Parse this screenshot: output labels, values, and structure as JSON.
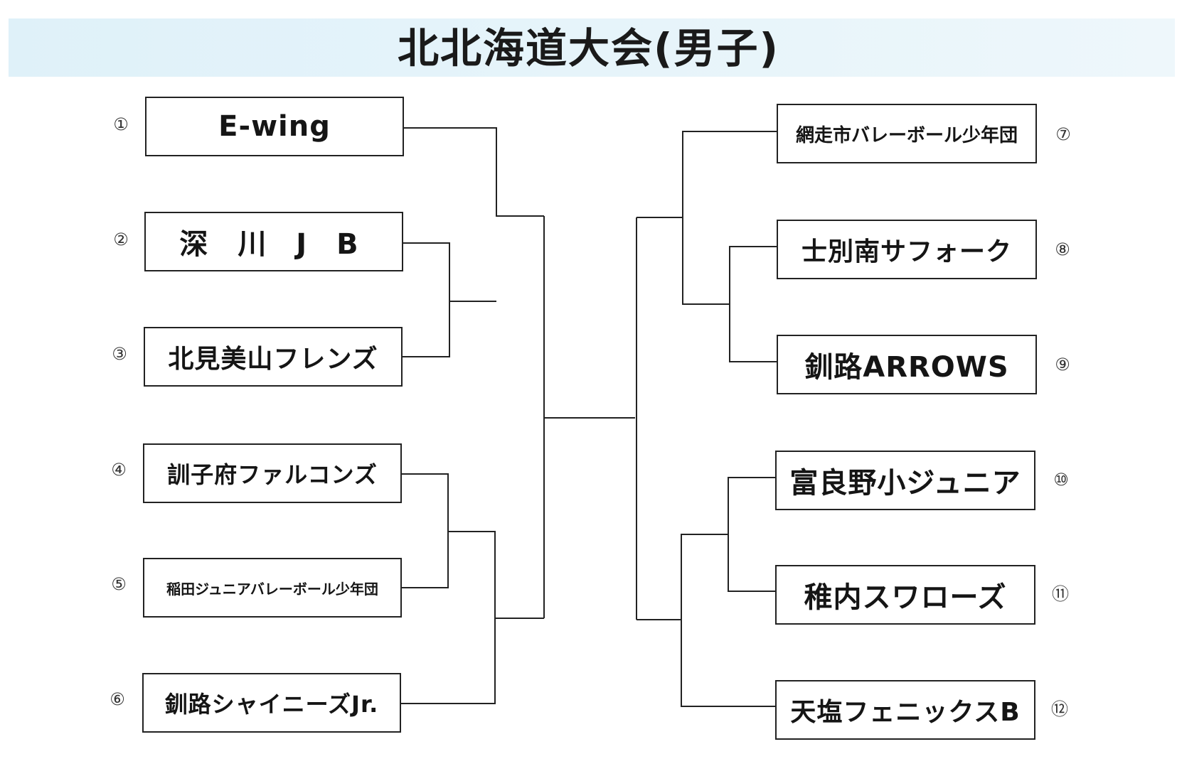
{
  "title": "北北海道大会(男子)",
  "teams": [
    {
      "seed": "①",
      "name": "E-wing"
    },
    {
      "seed": "②",
      "name": "深 川 J B"
    },
    {
      "seed": "③",
      "name": "北見美山フレンズ"
    },
    {
      "seed": "④",
      "name": "訓子府ファルコンズ"
    },
    {
      "seed": "⑤",
      "name": "稲田ジュニアバレーボール少年団"
    },
    {
      "seed": "⑥",
      "name": "釧路シャイニーズJr."
    },
    {
      "seed": "⑦",
      "name": "網走市バレーボール少年団"
    },
    {
      "seed": "⑧",
      "name": "士別南サフォーク"
    },
    {
      "seed": "⑨",
      "name": "釧路ARROWS"
    },
    {
      "seed": "⑩",
      "name": "富良野小ジュニア"
    },
    {
      "seed": "⑪",
      "name": "稚内スワローズ"
    },
    {
      "seed": "⑫",
      "name": "天塩フェニックスB"
    }
  ]
}
